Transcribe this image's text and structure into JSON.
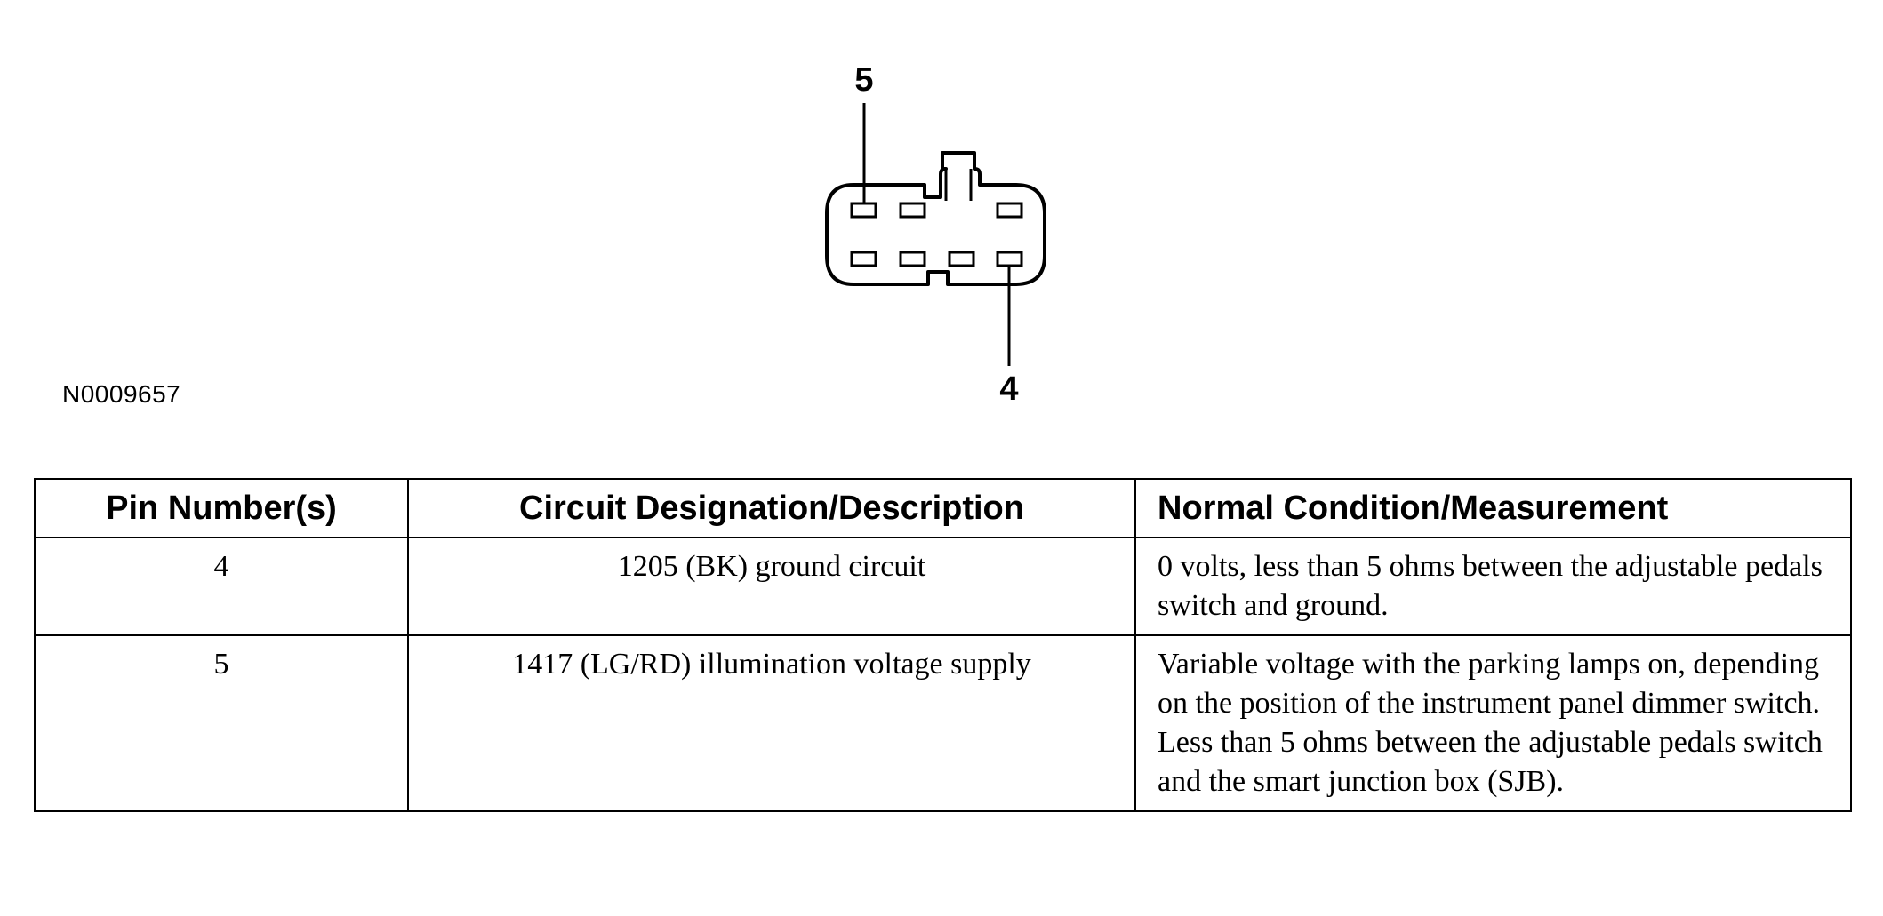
{
  "figure": {
    "callout_top": "5",
    "callout_bottom": "4",
    "figure_id": "N0009657"
  },
  "table": {
    "headers": [
      "Pin Number(s)",
      "Circuit Designation/Description",
      "Normal Condition/Measurement"
    ],
    "rows": [
      {
        "pin": "4",
        "circuit": "1205 (BK) ground circuit",
        "normal": "0 volts, less than 5 ohms between the adjustable pedals switch and ground."
      },
      {
        "pin": "5",
        "circuit": "1417 (LG/RD) illumination voltage supply",
        "normal": "Variable voltage with the parking lamps on, depending on the position of the instrument panel dimmer switch. Less than 5 ohms between the adjustable pedals switch and the smart junction box (SJB)."
      }
    ]
  }
}
